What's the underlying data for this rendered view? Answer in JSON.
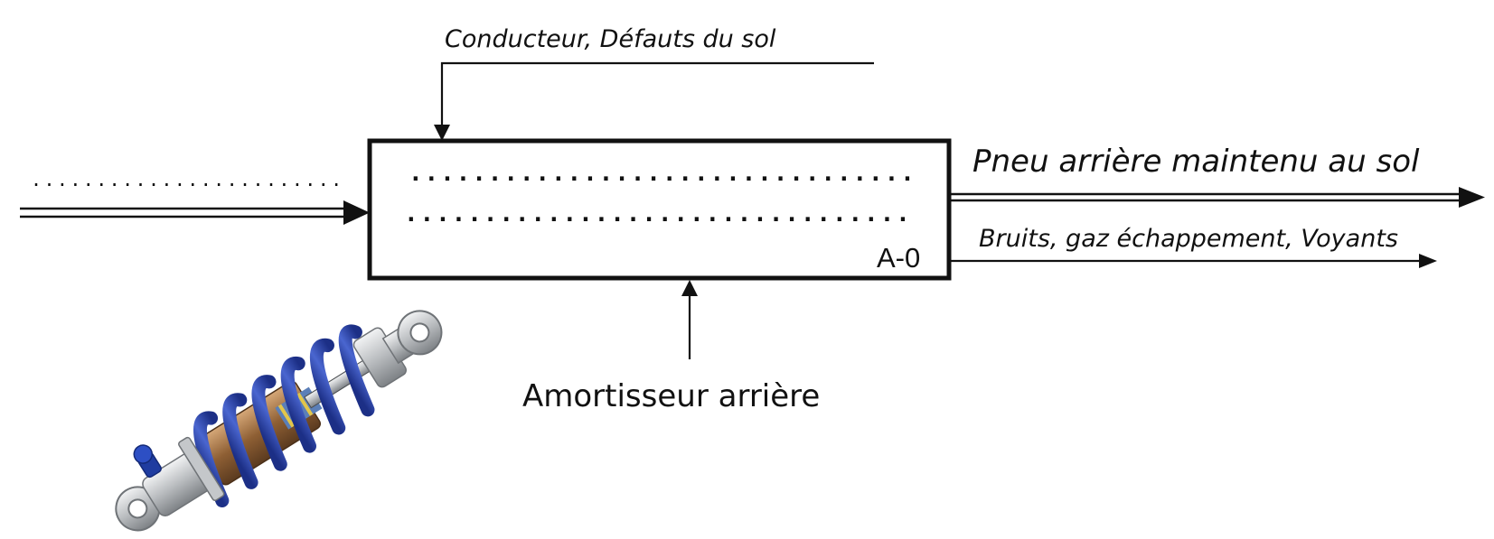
{
  "diagram": {
    "notation": "SADT / IDEF0",
    "function_box": {
      "id": "A-0",
      "function_line_1": "...............................................",
      "function_line_2": "................................................"
    },
    "input": {
      "label": "...........................…..."
    },
    "control": {
      "label": "Conducteur, Défauts du sol"
    },
    "outputs": [
      {
        "label": "Pneu arrière maintenu au sol",
        "arrow": "double-line"
      },
      {
        "label": "Bruits, gaz échappement, Voyants",
        "arrow": "single-line"
      }
    ],
    "mechanism": {
      "label": "Amortisseur arrière"
    },
    "illustration": {
      "subject": "shock-absorber",
      "colors": {
        "spring": "#2f46a8",
        "body": "#9a6a3a",
        "metal": "#c8cacc",
        "adjuster": "#1f3ca0"
      }
    }
  }
}
